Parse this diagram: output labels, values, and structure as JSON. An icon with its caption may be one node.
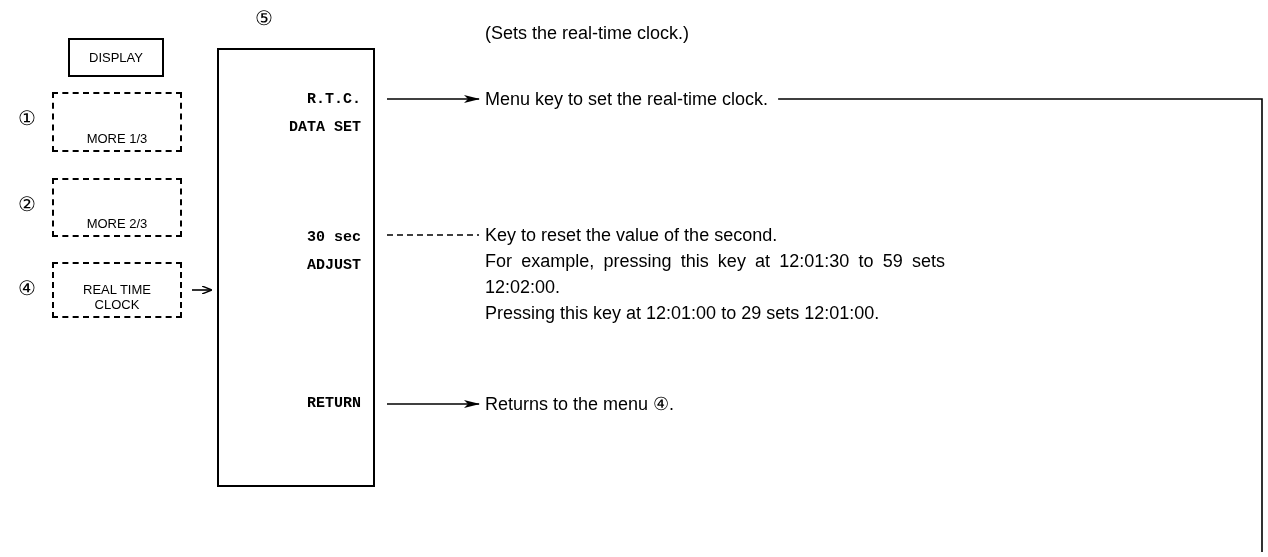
{
  "diagram": {
    "nodes": [
      {
        "text": [
          "DISPLAY"
        ]
      },
      {
        "text": [
          "MORE 1/3"
        ],
        "beside": [
          "①"
        ]
      },
      {
        "text": [
          "MORE 2/3"
        ],
        "beside": [
          "②"
        ]
      },
      {
        "text": [
          "REAL TIME CLOCK"
        ],
        "beside": [
          "④"
        ]
      },
      {
        "text": [
          "⑤"
        ]
      },
      {
        "text": [
          "R.T.C. DATA SET"
        ],
        "in": 4
      },
      {
        "text": [
          "30 sec ADJUST"
        ],
        "in": 4
      },
      {
        "text": [
          "RETURN"
        ],
        "in": 4
      },
      {
        "text": [
          "Menu key to set the real-time clock."
        ]
      },
      {
        "text": [
          "Key to reset the value of the second.",
          "For example, pressing this key at 12:01:30 to 59 sets 12:02:00.",
          "Pressing this key at 12:01:00 to 29 sets 12:01:00."
        ]
      },
      {
        "text": [
          "Returns to the menu ④."
        ]
      }
    ],
    "edges": [
      {
        "from": 3,
        "to": 4,
        "arrow": "to"
      },
      {
        "from": 5,
        "to": 8,
        "arrow": "to"
      },
      {
        "from": 6,
        "to": 9,
        "arrow": "none",
        "style": "dashed"
      },
      {
        "from": 7,
        "to": 10,
        "arrow": "to"
      },
      {
        "from": 8,
        "to": null,
        "arrow": "none"
      }
    ],
    "labels": [
      "(Sets the real-time clock.)"
    ]
  }
}
